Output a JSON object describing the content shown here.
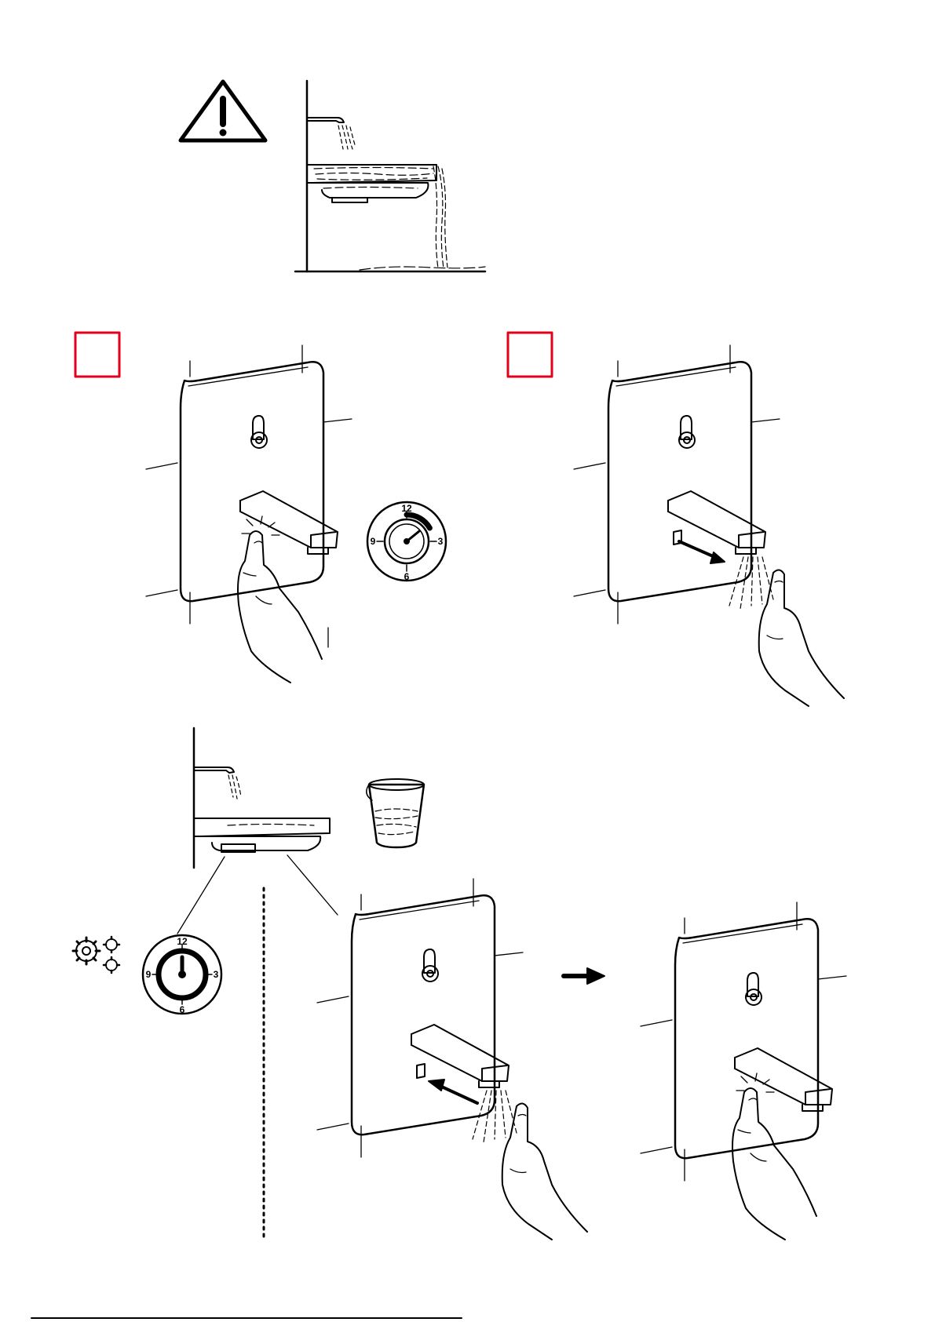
{
  "document": {
    "page_type": "installation manual illustration page",
    "accent_color": "#e3001b",
    "line_color": "#000000"
  },
  "warning": {
    "icon": "warning-triangle-icon",
    "scene": "sink-overflow-illustration"
  },
  "steps": [
    {
      "marker": "red-square",
      "action": "press-button",
      "dial": {
        "labels": [
          "12",
          "3",
          "6",
          "9"
        ],
        "pointer_hour": 1.7,
        "arc_to_hour": 2
      }
    },
    {
      "marker": "red-square",
      "action": "pull-cartridge-water-flows"
    }
  ],
  "adjust": {
    "icons": [
      "gears-icon",
      "cup-icon"
    ],
    "dial": {
      "labels": [
        "12",
        "3",
        "6",
        "9"
      ],
      "pointer_hour": 0
    },
    "sequence_arrow": "right-arrow-icon",
    "panels": [
      "push-cartridge-water-flows",
      "press-button"
    ]
  }
}
